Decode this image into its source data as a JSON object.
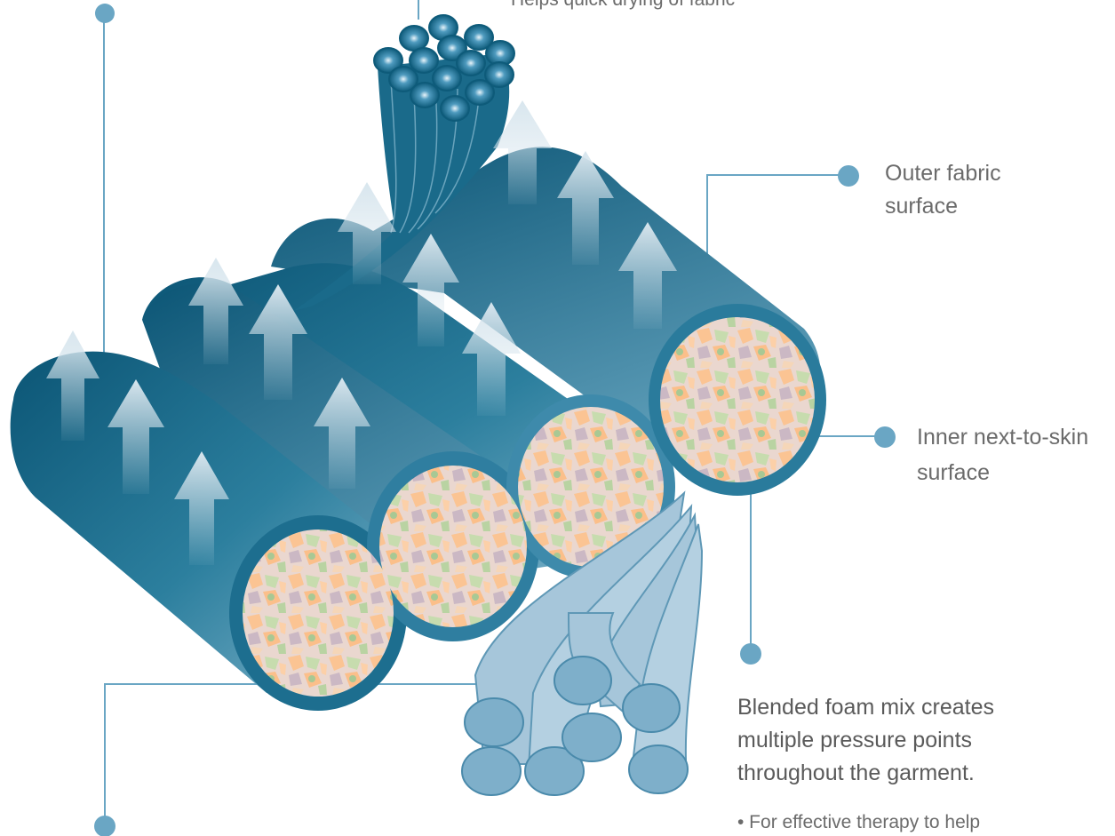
{
  "labels": {
    "top_caption": "Helps quick drying of fabric",
    "outer_line1": "Outer fabric",
    "outer_line2": "surface",
    "inner_line1": "Inner next-to-skin",
    "inner_line2": "surface",
    "foam_line1": "Blended foam mix creates",
    "foam_line2": "multiple pressure points",
    "foam_line3": "throughout the garment.",
    "bullet_line1": "• For effective therapy to help"
  },
  "colors": {
    "tube_dark": "#0d5a78",
    "tube_mid": "#2c7f9e",
    "tube_light": "#8bbdd1",
    "strand": "#a6c6da",
    "leader": "#6aa6c4",
    "arrow": "#c9dbe6"
  }
}
